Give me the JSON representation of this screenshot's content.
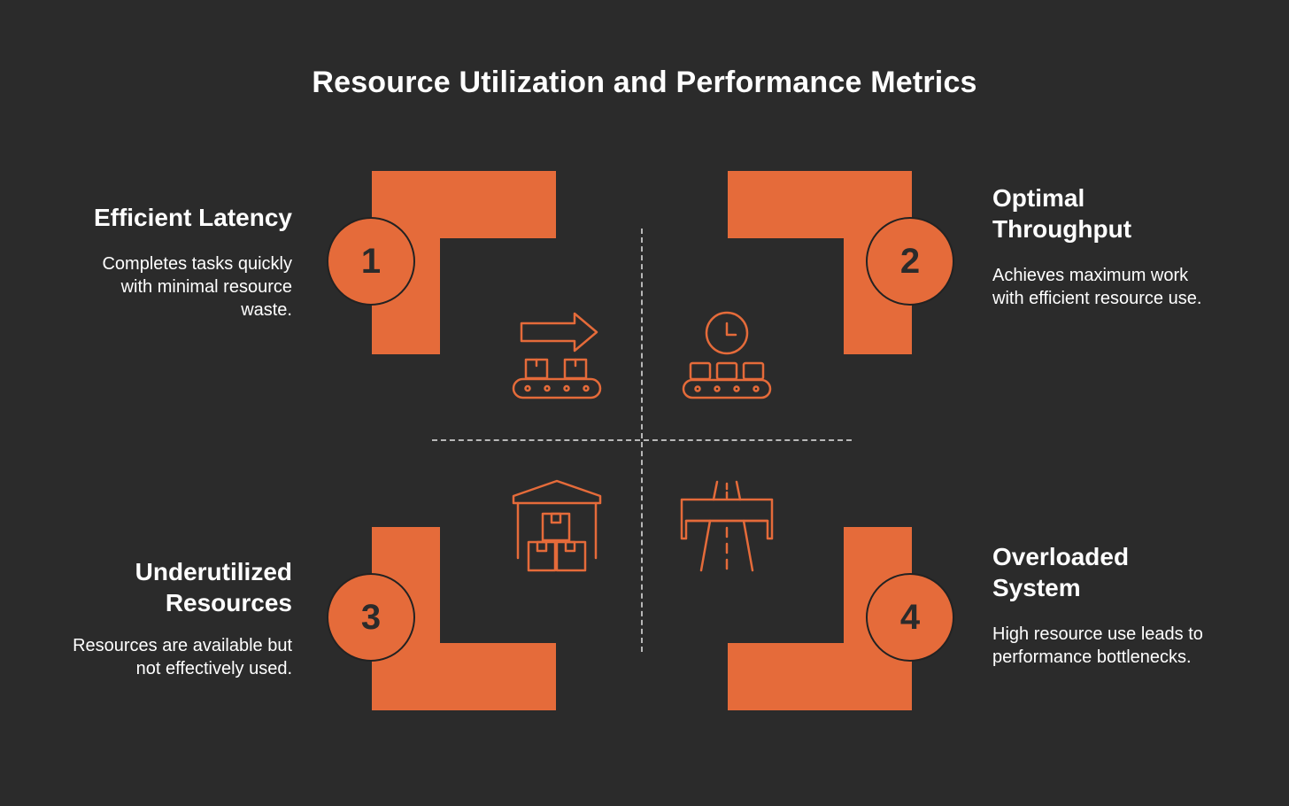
{
  "title": "Resource Utilization and Performance Metrics",
  "colors": {
    "background": "#2b2b2b",
    "accent": "#e56b3a",
    "text": "#ffffff",
    "divider": "#b8b8b8"
  },
  "quadrants": [
    {
      "number": "1",
      "heading": "Efficient Latency",
      "description": "Completes tasks quickly with minimal resource waste.",
      "icon": "conveyor-arrow-icon"
    },
    {
      "number": "2",
      "heading": "Optimal Throughput",
      "description": "Achieves maximum work with efficient resource use.",
      "icon": "conveyor-clock-icon"
    },
    {
      "number": "3",
      "heading": "Underutilized Resources",
      "description": "Resources are available but not effectively used.",
      "icon": "warehouse-icon"
    },
    {
      "number": "4",
      "heading": "Overloaded System",
      "description": "High resource use leads to performance bottlenecks.",
      "icon": "highway-bridge-icon"
    }
  ]
}
